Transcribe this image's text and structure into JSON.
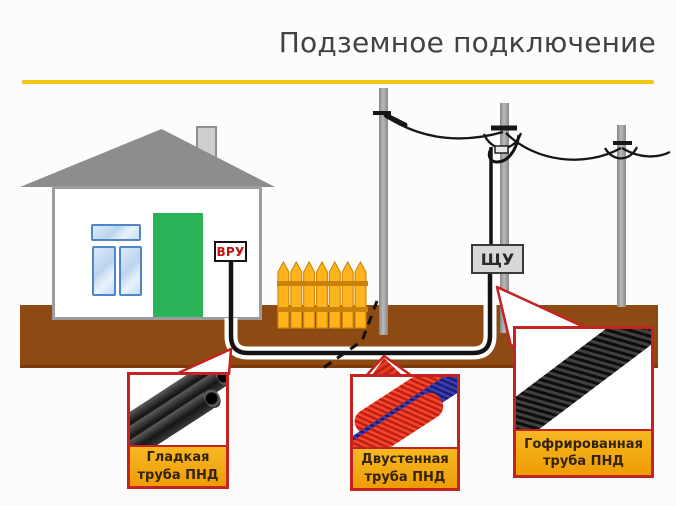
{
  "title": "Подземное подключение",
  "labels": {
    "vru": "ВРУ",
    "schu": "ЩУ"
  },
  "callouts": [
    {
      "id": "smooth-pipe",
      "line1": "Гладкая",
      "line2": "труба ПНД"
    },
    {
      "id": "double-wall-pipe",
      "line1": "Двустенная",
      "line2": "труба ПНД"
    },
    {
      "id": "corrugated-pipe",
      "line1": "Гофрированная",
      "line2": "труба ПНД"
    }
  ],
  "colors": {
    "accent_yellow_rule": "#f2c50f",
    "ground_brown": "#8e4a13",
    "fence_orange": "#ffb41c",
    "door_green": "#2db357",
    "roof_gray": "#8d8d8d",
    "callout_border_red": "#c52222",
    "label_yellow": "#f2a50c",
    "vru_text_red": "#c21111",
    "cable_black": "#131313",
    "casing_white": "#ffffff"
  }
}
